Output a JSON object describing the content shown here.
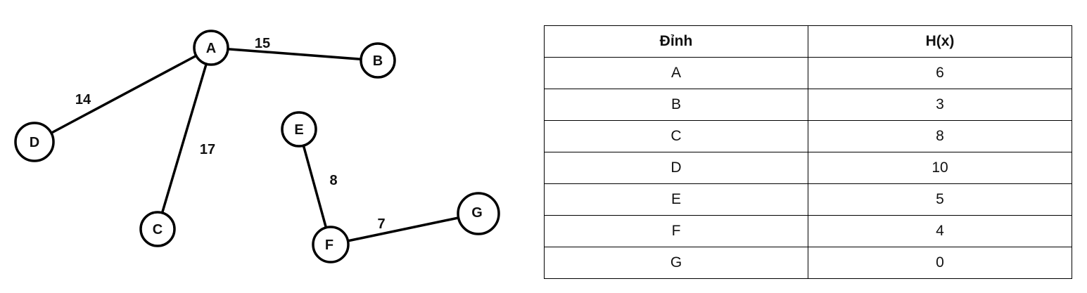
{
  "graph": {
    "nodes": [
      {
        "id": "A",
        "label": "A"
      },
      {
        "id": "B",
        "label": "B"
      },
      {
        "id": "C",
        "label": "C"
      },
      {
        "id": "D",
        "label": "D"
      },
      {
        "id": "E",
        "label": "E"
      },
      {
        "id": "F",
        "label": "F"
      },
      {
        "id": "G",
        "label": "G"
      }
    ],
    "edges": [
      {
        "from": "A",
        "to": "B",
        "weight": "15"
      },
      {
        "from": "A",
        "to": "D",
        "weight": "14"
      },
      {
        "from": "A",
        "to": "C",
        "weight": "17"
      },
      {
        "from": "E",
        "to": "F",
        "weight": "8"
      },
      {
        "from": "F",
        "to": "G",
        "weight": "7"
      }
    ]
  },
  "table": {
    "header_vertex": "Đỉnh",
    "header_h": "H(x)",
    "rows": [
      {
        "vertex": "A",
        "h": "6"
      },
      {
        "vertex": "B",
        "h": "3"
      },
      {
        "vertex": "C",
        "h": "8"
      },
      {
        "vertex": "D",
        "h": "10"
      },
      {
        "vertex": "E",
        "h": "5"
      },
      {
        "vertex": "F",
        "h": "4"
      },
      {
        "vertex": "G",
        "h": "0"
      }
    ]
  }
}
